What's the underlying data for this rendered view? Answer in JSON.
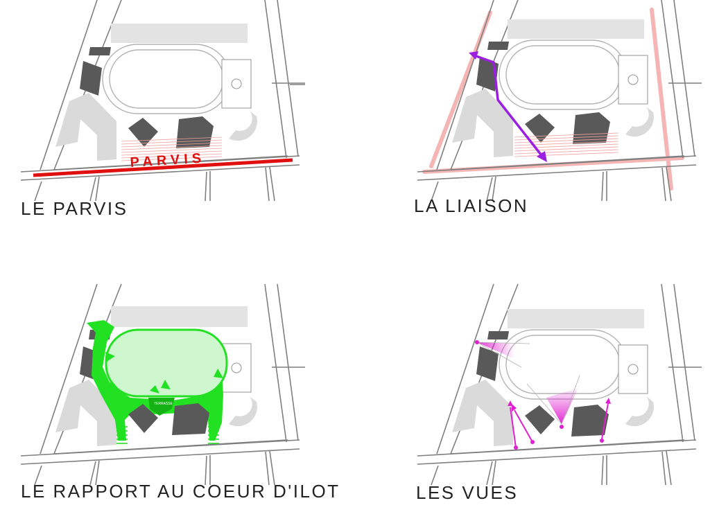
{
  "panels": [
    {
      "caption": "LE PARVIS",
      "label": "PARVIS",
      "accent": "#e01010"
    },
    {
      "caption": "LA LIAISON",
      "accent": "#9b1fe0",
      "road_highlight": "#f5b5b5"
    },
    {
      "caption": "LE RAPPORT AU COEUR D'ILOT",
      "label": "TERRASSE",
      "accent": "#22e022"
    },
    {
      "caption": "LES VUES",
      "accent": "#e020d0"
    }
  ]
}
